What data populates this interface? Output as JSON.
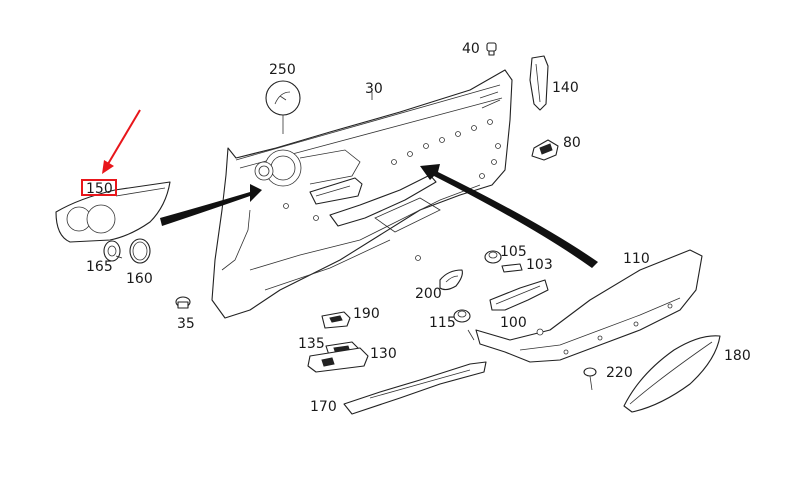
{
  "parts": [
    {
      "id": "p40",
      "number": "40"
    },
    {
      "id": "p250",
      "number": "250"
    },
    {
      "id": "p30",
      "number": "30"
    },
    {
      "id": "p140",
      "number": "140"
    },
    {
      "id": "p80",
      "number": "80"
    },
    {
      "id": "p150",
      "number": "150"
    },
    {
      "id": "p165",
      "number": "165"
    },
    {
      "id": "p160",
      "number": "160"
    },
    {
      "id": "p35",
      "number": "35"
    },
    {
      "id": "p105",
      "number": "105"
    },
    {
      "id": "p103",
      "number": "103"
    },
    {
      "id": "p110",
      "number": "110"
    },
    {
      "id": "p200",
      "number": "200"
    },
    {
      "id": "p190",
      "number": "190"
    },
    {
      "id": "p115",
      "number": "115"
    },
    {
      "id": "p100",
      "number": "100"
    },
    {
      "id": "p135",
      "number": "135"
    },
    {
      "id": "p130",
      "number": "130"
    },
    {
      "id": "p180",
      "number": "180"
    },
    {
      "id": "p220",
      "number": "220"
    },
    {
      "id": "p170",
      "number": "170"
    }
  ],
  "highlight": {
    "part_number": "150",
    "color": "#e8161b"
  },
  "colors": {
    "line": "#222222",
    "background": "#ffffff",
    "highlight": "#e8161b"
  }
}
